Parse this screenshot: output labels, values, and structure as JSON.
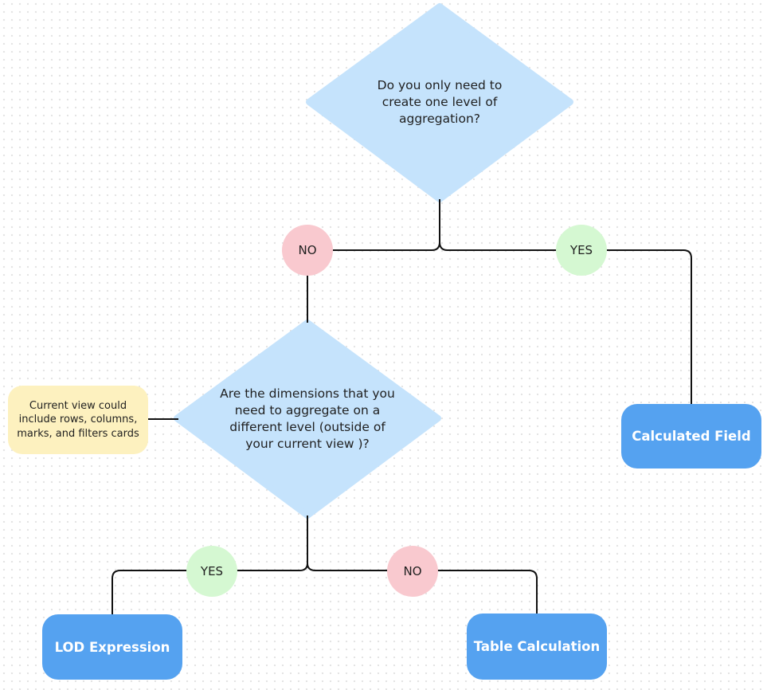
{
  "colors": {
    "decision_fill": "#c5e3fc",
    "result_fill": "#55a2f0",
    "no_badge": "#f9c9cf",
    "yes_badge": "#d5f8d2",
    "note_fill": "#fdf1bf",
    "connector": "#111111"
  },
  "decisions": {
    "q1": "Do you only need to create one level of aggregation?",
    "q2": "Are the dimensions that you need to aggregate on a different level (outside of your current view )?"
  },
  "badges": {
    "q1_no": "NO",
    "q1_yes": "YES",
    "q2_yes": "YES",
    "q2_no": "NO"
  },
  "results": {
    "calculated_field": "Calculated Field",
    "lod_expression": "LOD Expression",
    "table_calculation": "Table Calculation"
  },
  "note": "Current view could include rows, columns, marks, and filters cards"
}
